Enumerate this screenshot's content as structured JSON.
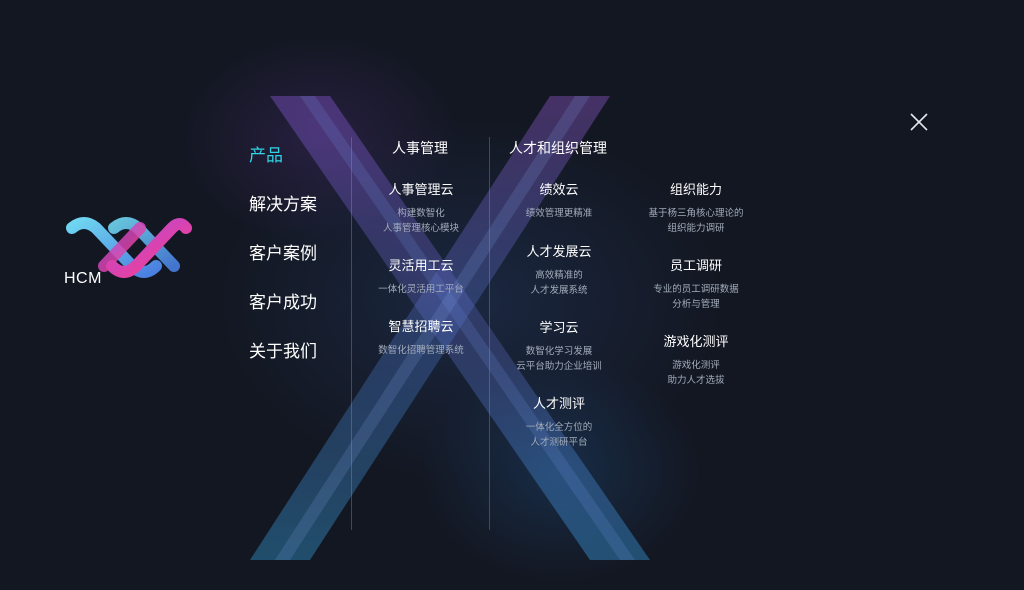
{
  "brand": {
    "logo_text": "HCM"
  },
  "colors": {
    "background": "#131722",
    "accent": "#2fd4e6",
    "description": "#a3acba"
  },
  "nav": {
    "items": [
      {
        "label": "产品",
        "active": true
      },
      {
        "label": "解决方案",
        "active": false
      },
      {
        "label": "客户案例",
        "active": false
      },
      {
        "label": "客户成功",
        "active": false
      },
      {
        "label": "关于我们",
        "active": false
      }
    ]
  },
  "menu": {
    "hr_management": {
      "header": "人事管理",
      "items": [
        {
          "title": "人事管理云",
          "desc": [
            "构建数智化",
            "人事管理核心模块"
          ]
        },
        {
          "title": "灵活用工云",
          "desc": [
            "一体化灵活用工平台"
          ]
        },
        {
          "title": "智慧招聘云",
          "desc": [
            "数智化招聘管理系统"
          ]
        }
      ]
    },
    "talent_org": {
      "header": "人才和组织管理",
      "col1": [
        {
          "title": "绩效云",
          "desc": [
            "绩效管理更精准"
          ]
        },
        {
          "title": "人才发展云",
          "desc": [
            "高效精准的",
            "人才发展系统"
          ]
        },
        {
          "title": "学习云",
          "desc": [
            "数智化学习发展",
            "云平台助力企业培训"
          ]
        },
        {
          "title": "人才测评",
          "desc": [
            "一体化全方位的",
            "人才测研平台"
          ]
        }
      ],
      "col2": [
        {
          "title": "组织能力",
          "desc": [
            "基于杨三角核心理论的",
            "组织能力调研"
          ]
        },
        {
          "title": "员工调研",
          "desc": [
            "专业的员工调研数据",
            "分析与管理"
          ]
        },
        {
          "title": "游戏化测评",
          "desc": [
            "游戏化测评",
            "助力人才选拔"
          ]
        }
      ]
    }
  },
  "icons": {
    "close": "close-icon",
    "logo": "hcm-logo-icon"
  }
}
